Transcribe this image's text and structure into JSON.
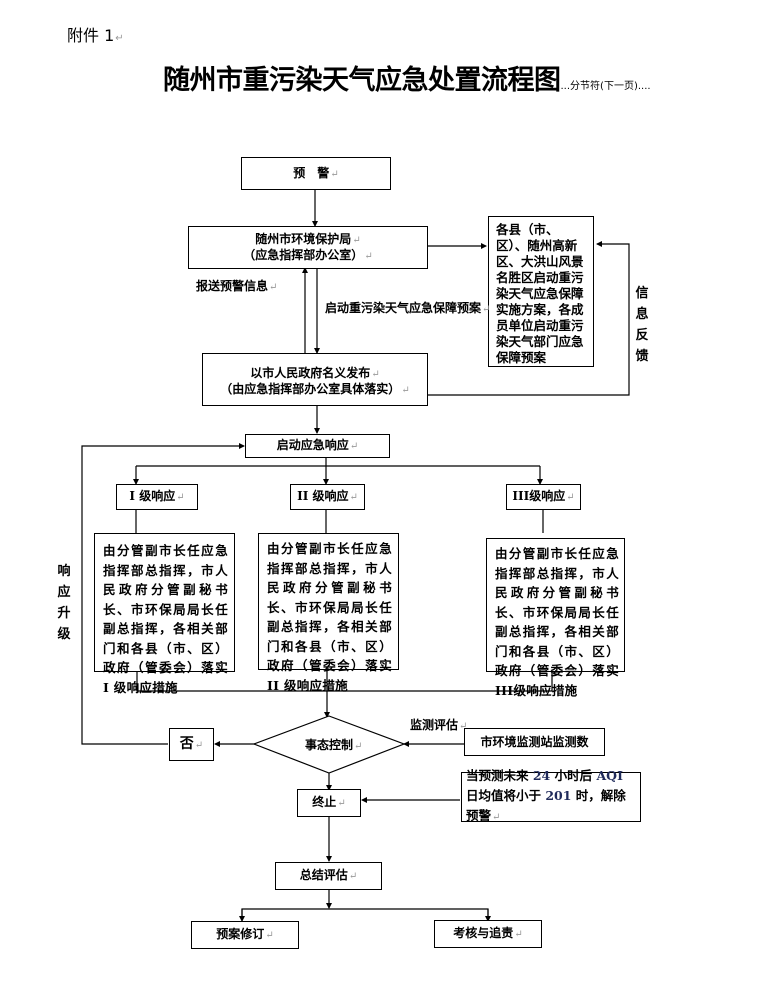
{
  "header": {
    "attachment_label": "附件 1",
    "title": "随州市重污染天气应急处置流程图",
    "section_break": "分节符(下一页)"
  },
  "flow": {
    "warning": "预　警",
    "bureau_line1": "随州市环境保护局",
    "bureau_line2": "（应急指挥部办公室）",
    "counties": "各县（市、区）、随州高新区、大洪山风景名胜区启动重污染天气应急保障实施方案，各成员单位启动重污染天气部门应急保障预案",
    "report_label": "报送预警信息",
    "start_plan_label": "启动重污染天气应急保障预案",
    "feedback_label": [
      "信",
      "息",
      "反",
      "馈"
    ],
    "publish_line1": "以市人民政府名义发布",
    "publish_line2": "（由应急指挥部办公室具体落实）",
    "start_response": "启动应急响应",
    "levels": [
      {
        "title": "I 级响应",
        "text": "由分管副市长任应急指挥部总指挥，市人民政府分管副秘书长、市环保局局长任副总指挥，各相关部门和各县（市、区）政府（管委会）落实 I 级响应措施"
      },
      {
        "title": "II 级响应",
        "text": "由分管副市长任应急指挥部总指挥，市人民政府分管副秘书长、市环保局局长任副总指挥，各相关部门和各县（市、区）政府（管委会）落实II 级响应措施"
      },
      {
        "title": "III级响应",
        "text": "由分管副市长任应急指挥部总指挥，市人民政府分管副秘书长、市环保局局长任副总指挥，各相关部门和各县（市、区）政府（管委会）落实III级响应措施"
      }
    ],
    "upgrade_label": [
      "响",
      "应",
      "升",
      "级"
    ],
    "decision": "事态控制",
    "no": "否",
    "monitor_label": "监测评估",
    "monitor_data": "市环境监测站监测数",
    "terminate": "终止",
    "terminate_condition": {
      "part1": "当预测未来 ",
      "hours": "24",
      "part2": " 小时后 ",
      "aqi": "AQI",
      "part3": " 日均值将小于 ",
      "threshold": "201",
      "part4": " 时，解除预警"
    },
    "summary": "总结评估",
    "revise": "预案修订",
    "accountability": "考核与追责"
  },
  "colors": {
    "line": "#000000",
    "numeric_text": "#1f2a5a",
    "paragraph_mark": "#999999"
  }
}
